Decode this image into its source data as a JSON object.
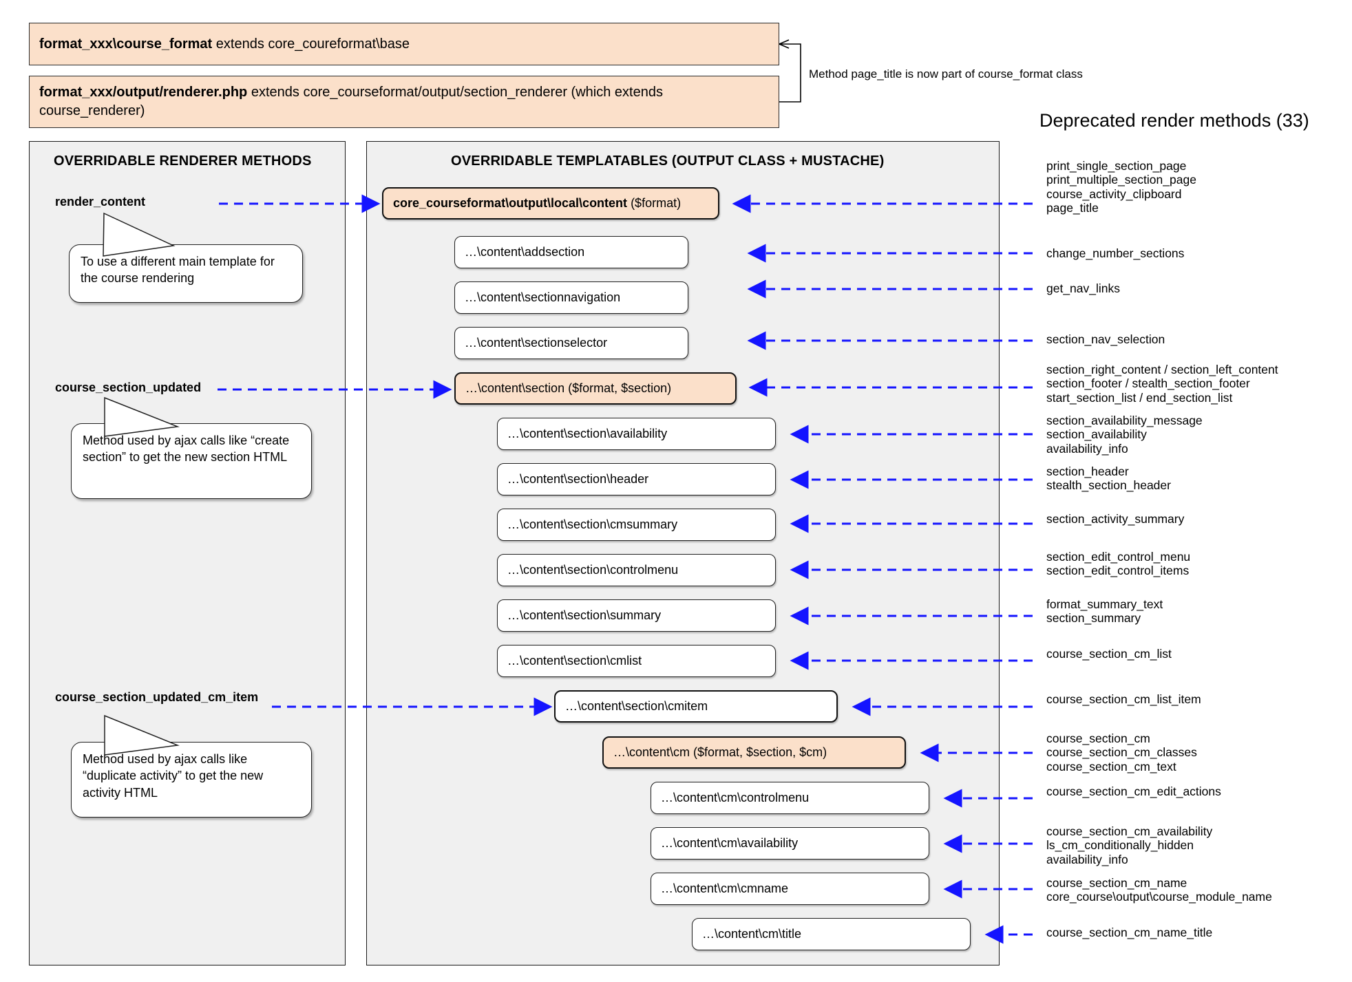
{
  "top": {
    "class_box": {
      "bold": "format_xxx\\course_format",
      "rest": " extends core_coureformat\\base"
    },
    "renderer_box": {
      "bold": "format_xxx/output/renderer.php",
      "rest": " extends core_courseformat/output/section_renderer (which extends course_renderer)"
    },
    "note": "Method page_title is now part of course_format class"
  },
  "left_panel": {
    "title": "OVERRIDABLE RENDERER METHODS",
    "methods": [
      {
        "name": "render_content",
        "callout": "To use a different main template for the course rendering"
      },
      {
        "name": "course_section_updated",
        "callout": "Method used by ajax calls like “create section” to get the new section HTML"
      },
      {
        "name": "course_section_updated_cm_item",
        "callout": "Method used by ajax calls like “duplicate activity” to get the new activity HTML"
      }
    ]
  },
  "center_panel": {
    "title": "OVERRIDABLE TEMPLATABLES (OUTPUT CLASS + MUSTACHE)",
    "boxes": [
      {
        "bold": "core_courseformat\\output\\local\\content",
        "rest": " ($format)",
        "highlight": true
      },
      {
        "bold": "",
        "rest": "…\\content\\addsection",
        "highlight": false
      },
      {
        "bold": "",
        "rest": "…\\content\\sectionnavigation",
        "highlight": false
      },
      {
        "bold": "",
        "rest": "…\\content\\sectionselector",
        "highlight": false
      },
      {
        "bold": "",
        "rest": "…\\content\\section ($format, $section)",
        "highlight": true
      },
      {
        "bold": "",
        "rest": "…\\content\\section\\availability",
        "highlight": false
      },
      {
        "bold": "",
        "rest": "…\\content\\section\\header",
        "highlight": false
      },
      {
        "bold": "",
        "rest": "…\\content\\section\\cmsummary",
        "highlight": false
      },
      {
        "bold": "",
        "rest": "…\\content\\section\\controlmenu",
        "highlight": false
      },
      {
        "bold": "",
        "rest": "…\\content\\section\\summary",
        "highlight": false
      },
      {
        "bold": "",
        "rest": "…\\content\\section\\cmlist",
        "highlight": false
      },
      {
        "bold": "",
        "rest": "…\\content\\section\\cmitem",
        "highlight": false
      },
      {
        "bold": "",
        "rest": "…\\content\\cm ($format, $section, $cm)",
        "highlight": true
      },
      {
        "bold": "",
        "rest": "…\\content\\cm\\controlmenu",
        "highlight": false
      },
      {
        "bold": "",
        "rest": "…\\content\\cm\\availability",
        "highlight": false
      },
      {
        "bold": "",
        "rest": "…\\content\\cm\\cmname",
        "highlight": false
      },
      {
        "bold": "",
        "rest": "…\\content\\cm\\title",
        "highlight": false
      }
    ]
  },
  "right_panel": {
    "title": "Deprecated render methods (33)",
    "groups": [
      {
        "lines": [
          "print_single_section_page",
          "print_multiple_section_page",
          "course_activity_clipboard",
          "page_title"
        ]
      },
      {
        "lines": [
          "change_number_sections"
        ]
      },
      {
        "lines": [
          "get_nav_links"
        ]
      },
      {
        "lines": [
          "section_nav_selection"
        ]
      },
      {
        "lines": [
          "section_right_content / section_left_content",
          "section_footer / stealth_section_footer",
          "start_section_list / end_section_list"
        ]
      },
      {
        "lines": [
          "section_availability_message",
          "section_availability",
          "availability_info"
        ]
      },
      {
        "lines": [
          "section_header",
          "stealth_section_header"
        ]
      },
      {
        "lines": [
          "section_activity_summary"
        ]
      },
      {
        "lines": [
          "section_edit_control_menu",
          "section_edit_control_items"
        ]
      },
      {
        "lines": [
          "format_summary_text",
          "section_summary"
        ]
      },
      {
        "lines": [
          "course_section_cm_list"
        ]
      },
      {
        "lines": [
          "course_section_cm_list_item"
        ]
      },
      {
        "lines": [
          "course_section_cm",
          "course_section_cm_classes",
          "course_section_cm_text"
        ]
      },
      {
        "lines": [
          "course_section_cm_edit_actions"
        ]
      },
      {
        "lines": [
          "course_section_cm_availability",
          "ls_cm_conditionally_hidden",
          "availability_info"
        ]
      },
      {
        "lines": [
          "course_section_cm_name",
          "core_course\\output\\course_module_name"
        ]
      },
      {
        "lines": [
          "course_section_cm_name_title"
        ]
      }
    ]
  },
  "colors": {
    "highlight_fill": "#FBE0CA",
    "panel_fill": "#F0F0F0",
    "connector": "#1414FF",
    "border": "#1F1F1F"
  }
}
